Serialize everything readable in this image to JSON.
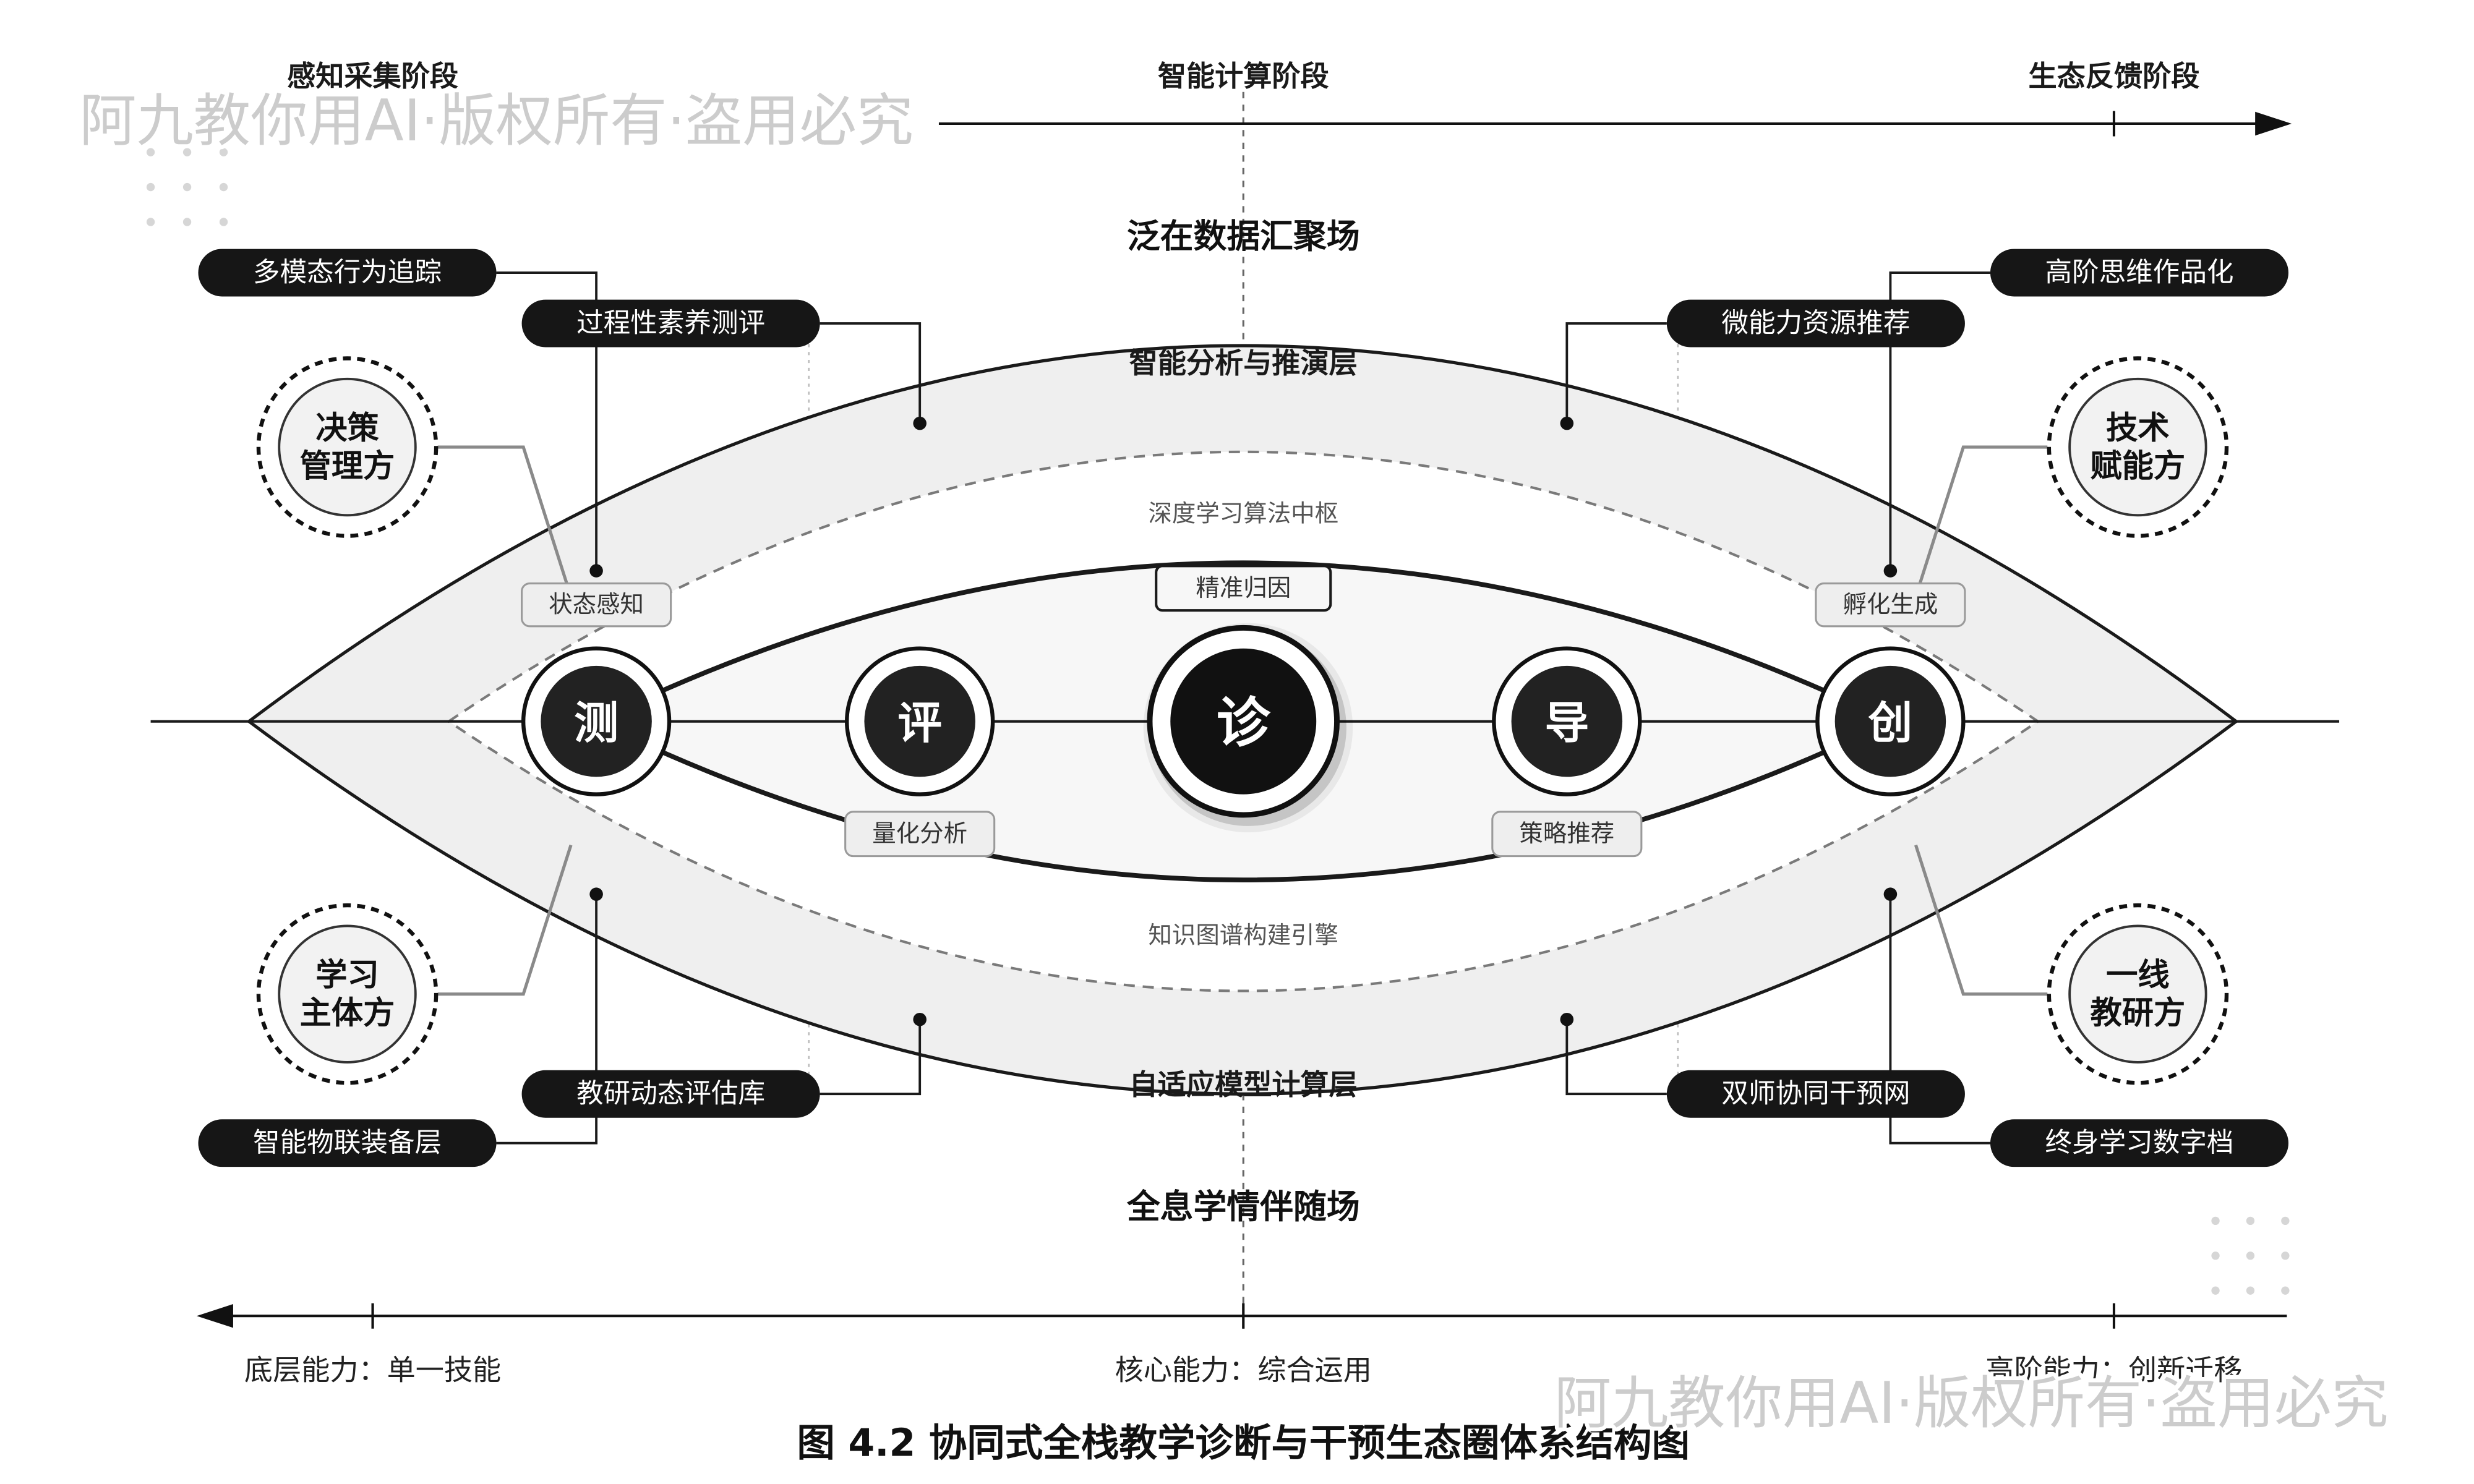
{
  "watermark": "阿九教你用AI·版权所有·盗用必究",
  "stages": {
    "perception": "感知采集阶段",
    "computing": "智能计算阶段",
    "feedback": "生态反馈阶段"
  },
  "fields": {
    "upper": "泛在数据汇聚场",
    "lower": "全息学情伴随场"
  },
  "layers": {
    "outer_upper": "智能分析与推演层",
    "middle_upper": "深度学习算法中枢",
    "middle_lower": "知识图谱构建引擎",
    "outer_lower": "自适应模型计算层"
  },
  "core_nodes": [
    "测",
    "评",
    "诊",
    "导",
    "创"
  ],
  "node_tags": {
    "perception": "状态感知",
    "attribution": "精准归因",
    "incubation": "孵化生成",
    "quantification": "量化分析",
    "strategy": "策略推荐"
  },
  "modules": {
    "upper_left_outer": "多模态行为追踪",
    "upper_left_inner": "过程性素养测评",
    "upper_right_inner": "微能力资源推荐",
    "upper_right_outer": "高阶思维作品化",
    "lower_left_inner": "教研动态评估库",
    "lower_left_outer": "智能物联装备层",
    "lower_right_inner": "双师协同干预网",
    "lower_right_outer": "终身学习数字档"
  },
  "stakeholders": [
    {
      "lines": [
        "决策",
        "管理方"
      ]
    },
    {
      "lines": [
        "技术",
        "赋能方"
      ]
    },
    {
      "lines": [
        "学习",
        "主体方"
      ]
    },
    {
      "lines": [
        "一线",
        "教研方"
      ]
    }
  ],
  "abilities": {
    "basic": "底层能力：单一技能",
    "core": "核心能力：综合运用",
    "advanced": "高阶能力：创新迁移"
  },
  "caption": "图 4.2 协同式全栈教学诊断与干预生态圈体系结构图",
  "colors": {
    "ink": "#111111",
    "outer_band": "#efefef",
    "inner_lens": "#f7f7f7",
    "tag_fill": "#eeeeee",
    "watermark": "#cccccc"
  }
}
